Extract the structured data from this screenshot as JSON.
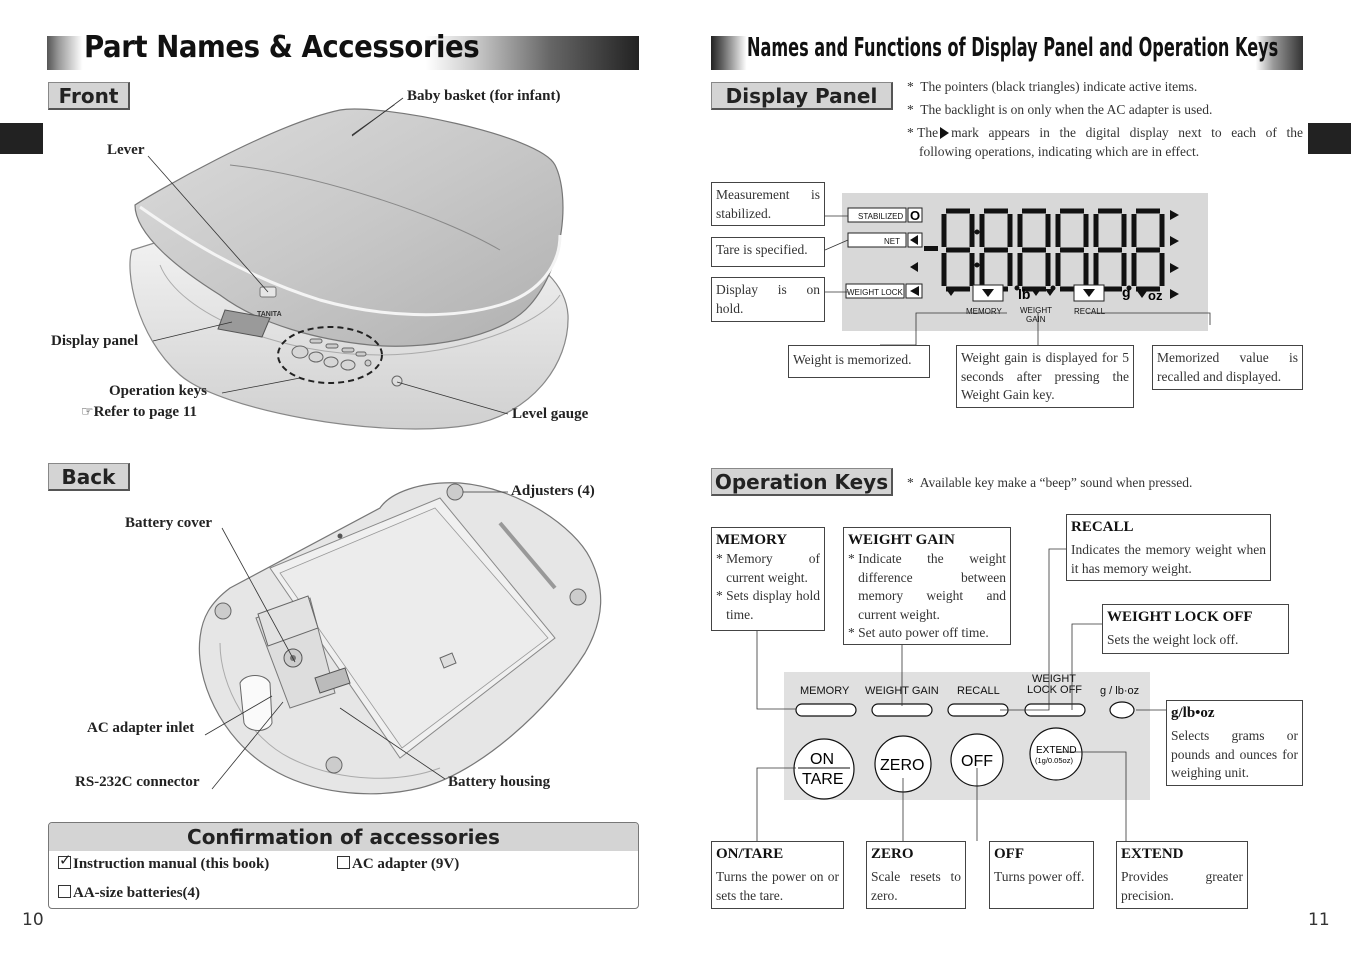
{
  "left_page": {
    "title": "Part Names & Accessories",
    "page_number": "10",
    "front": {
      "heading": "Front",
      "labels": {
        "baby_basket": "Baby basket (for infant)",
        "lever": "Lever",
        "display_panel": "Display panel",
        "operation_keys": "Operation keys",
        "refer": "Refer to page 11",
        "level_gauge": "Level gauge",
        "brand": "TANITA"
      }
    },
    "back": {
      "heading": "Back",
      "labels": {
        "adjusters": "Adjusters (4)",
        "battery_cover": "Battery cover",
        "ac_adapter_inlet": "AC adapter inlet",
        "rs232c": "RS-232C connector",
        "battery_housing": "Battery housing"
      }
    },
    "accessories": {
      "heading": "Confirmation of accessories",
      "items": [
        {
          "label": "Instruction manual (this book)",
          "checked": true
        },
        {
          "label": "AC adapter (9V)",
          "checked": false
        },
        {
          "label": "AA-size batteries(4)",
          "checked": false
        }
      ]
    }
  },
  "right_page": {
    "title": "Names and Functions of Display Panel and Operation Keys",
    "page_number": "11",
    "display_panel": {
      "heading": "Display Panel",
      "notes": [
        "The pointers (black triangles) indicate active items.",
        "The backlight is on only when the AC adapter is used.",
        "The",
        "mark appears in the digital display next to each of the",
        "following operations, indicating which are in effect."
      ],
      "lcd": {
        "stabilized": "STABILIZED",
        "net": "NET",
        "weight_lock": "WEIGHT LOCK",
        "memory": "MEMORY",
        "weight_gain_1": "WEIGHT",
        "weight_gain_2": "GAIN",
        "recall": "RECALL",
        "lb": "lb",
        "g": "g",
        "oz": "oz",
        "circle": "O"
      },
      "callouts": {
        "stabilized": "Measurement is stabilized.",
        "tare": "Tare is specified.",
        "hold": "Display is on hold.",
        "memorized": "Weight is memorized.",
        "weight_gain": "Weight gain is displayed for 5 seconds after pressing the Weight Gain key.",
        "recalled": "Memorized value is recalled and displayed."
      }
    },
    "operation_keys": {
      "heading": "Operation Keys",
      "note": "Available key make a “beep” sound when pressed.",
      "panel_labels": {
        "memory": "MEMORY",
        "weight_gain": "WEIGHT GAIN",
        "recall": "RECALL",
        "weight_lock_off_1": "WEIGHT",
        "weight_lock_off_2": "LOCK OFF",
        "unit": "g / lb·oz",
        "on": "ON",
        "tare": "TARE",
        "zero": "ZERO",
        "off": "OFF",
        "extend": "EXTEND",
        "extend_sub": "(1g/0.05oz)"
      },
      "keys": {
        "memory": {
          "name": "MEMORY",
          "lines": [
            "Memory of current weight.",
            "Sets display hold time."
          ]
        },
        "weight_gain": {
          "name": "WEIGHT GAIN",
          "lines": [
            "Indicate the weight difference between memory weight and current weight.",
            "Set auto power off time."
          ]
        },
        "recall": {
          "name": "RECALL",
          "desc": "Indicates the memory weight when it has memory weight."
        },
        "weight_lock_off": {
          "name": "WEIGHT LOCK OFF",
          "desc": "Sets the weight lock off."
        },
        "unit": {
          "name": "g/lb•oz",
          "desc": "Selects grams or pounds and ounces for weighing unit."
        },
        "on_tare": {
          "name": "ON/TARE",
          "desc": "Turns the power on or sets the tare."
        },
        "zero": {
          "name": "ZERO",
          "desc": "Scale resets to zero."
        },
        "off": {
          "name": "OFF",
          "desc": "Turns power off."
        },
        "extend": {
          "name": "EXTEND",
          "desc": "Provides greater precision."
        }
      }
    }
  }
}
